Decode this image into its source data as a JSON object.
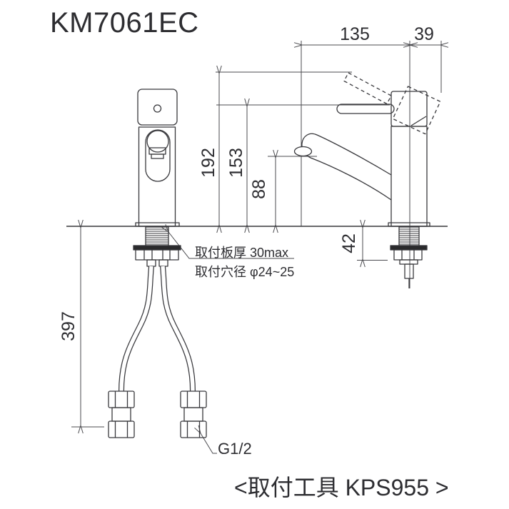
{
  "title": "KM7061EC",
  "dimensions": {
    "spout_reach": "135",
    "handle_overhang": "39",
    "total_height": "192",
    "lever_height": "153",
    "spout_outlet_height": "88",
    "under_counter_depth": "42",
    "hose_length": "397"
  },
  "annotations": {
    "mounting_thickness": "取付板厚 30max",
    "mounting_hole_diameter": "取付穴径 φ24~25",
    "thread_size": "G1/2"
  },
  "caption": "<取付工具 KPS955 >",
  "colors": {
    "background": "#ffffff",
    "object_line": "#38383c",
    "dimension_line": "#4b4b4f",
    "text": "#2d2d31"
  },
  "views": {
    "left": "front view of single-lever faucet with supply hoses",
    "right": "side view of faucet with lever swing shown dashed"
  }
}
